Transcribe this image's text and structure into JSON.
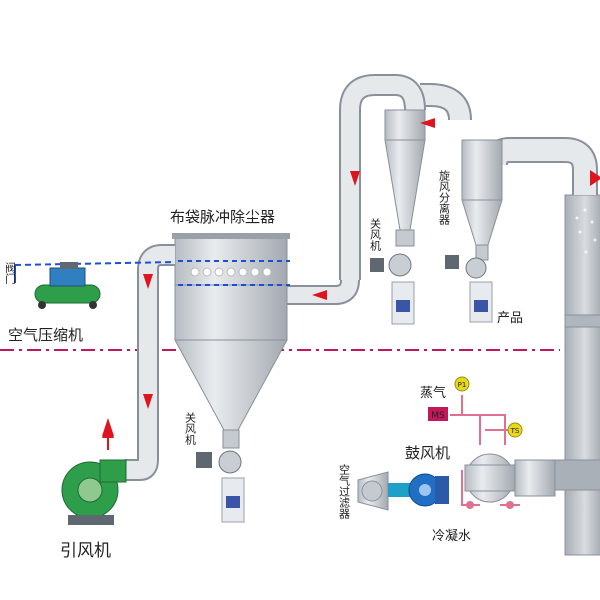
{
  "labels": {
    "bag_filter": "布袋脉冲除尘器",
    "air_compressor": "空气压缩机",
    "valve": "阀门",
    "induced_fan": "引风机",
    "rotary_valve_top": "关风机",
    "rotary_valve_bottom": "关风机",
    "cyclone": "旋风分离器",
    "product": "产品",
    "steam": "蒸气",
    "blower": "鼓风机",
    "air_filter": "空气过滤器",
    "condensate": "冷凝水",
    "p1": "P1",
    "ms": "MS",
    "ts": "TS"
  },
  "colors": {
    "pipe_fill": "#d9dde2",
    "pipe_edge": "#8a9099",
    "arrow": "#e0141e",
    "divider": "#c2185b",
    "pulse_line": "#1a4fd6",
    "steam_line": "#e07090",
    "gauge": "#e8d81a",
    "ms_box": "#c2185b",
    "fan_green": "#2e9e4a",
    "blower_blue": "#1f6fc4"
  }
}
